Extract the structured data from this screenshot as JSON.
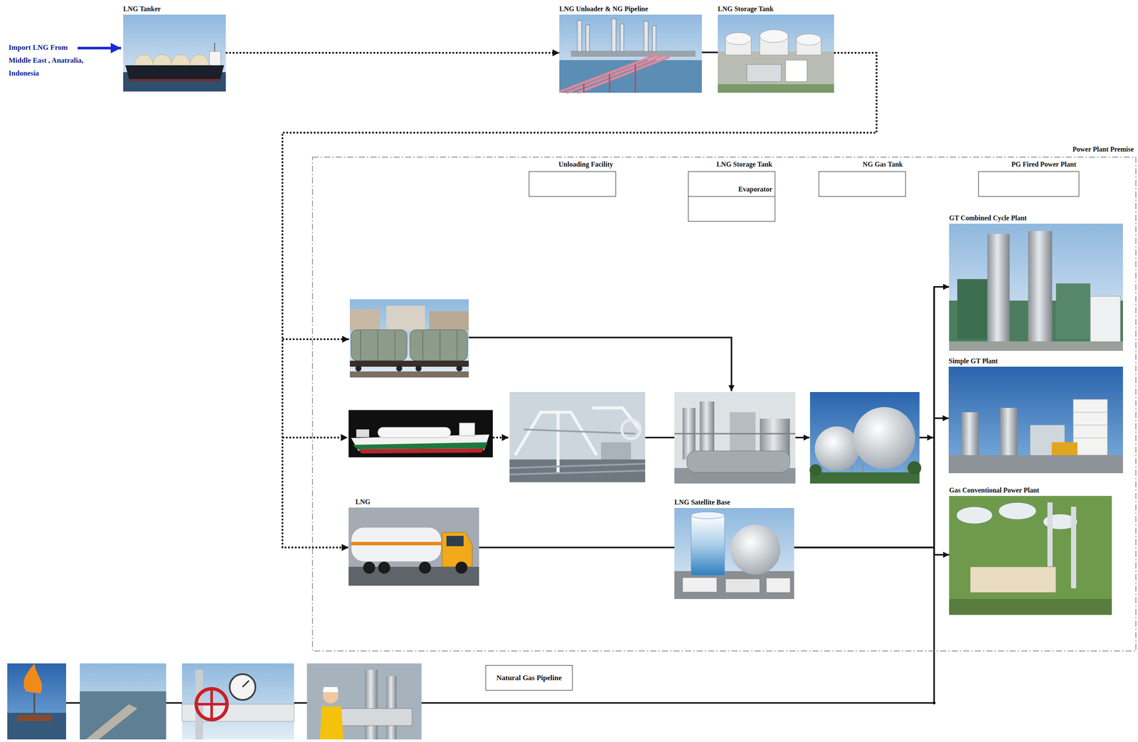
{
  "diagram": {
    "nodes": [
      {
        "text": [
          "LNG Tanker"
        ]
      },
      {
        "text": [
          "LNG Unloader & NG Pipeline"
        ]
      },
      {
        "text": [
          "LNG Storage Tank"
        ]
      },
      {
        "text": [
          "Power Plant Premise"
        ]
      },
      {
        "text": [
          "Unloading Facility"
        ],
        "in": 3
      },
      {
        "text": [
          "LNG Storage Tank"
        ],
        "in": 3
      },
      {
        "text": [
          "Evaporator"
        ],
        "in": 3
      },
      {
        "text": [
          "NG Gas Tank"
        ],
        "in": 3
      },
      {
        "text": [
          "PG Fired Power Plant"
        ],
        "in": 3
      },
      {
        "text": [
          "GT Combined Cycle Plant"
        ],
        "in": 3
      },
      {
        "text": [
          "Simple GT Plant"
        ],
        "in": 3
      },
      {
        "text": [
          "Gas Conventional Power Plant"
        ],
        "in": 3
      },
      {
        "text": [
          "LNG"
        ],
        "in": 3
      },
      {
        "text": [
          "LNG Satellite Base"
        ],
        "in": 3
      },
      {
        "text": [
          "Natural Gas Pipeline"
        ]
      }
    ],
    "edges": [
      {
        "from": 0,
        "to": 1,
        "arrow": "to"
      },
      {
        "from": 1,
        "to": 2,
        "arrow": "none"
      },
      {
        "from": 2,
        "to": 12,
        "arrow": "to"
      },
      {
        "from": 12,
        "to": 13,
        "arrow": "none"
      },
      {
        "from": 13,
        "to": 9,
        "arrow": "to"
      },
      {
        "from": 13,
        "to": 10,
        "arrow": "to"
      },
      {
        "from": 13,
        "to": 11,
        "arrow": "to"
      }
    ],
    "labels": [
      "Import LNG From Middle East , Anatralia, Indonesia"
    ]
  }
}
